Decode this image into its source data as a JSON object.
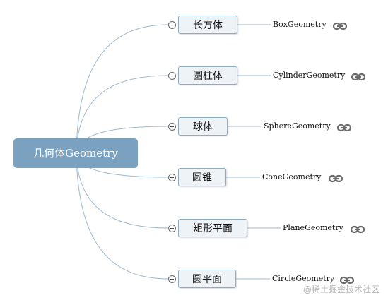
{
  "root": {
    "label_cn": "几何体",
    "label_en": "Geometry"
  },
  "branches": [
    {
      "label": "长方体",
      "leaf": "BoxGeometry"
    },
    {
      "label": "圆柱体",
      "leaf": "CylinderGeometry"
    },
    {
      "label": "球体",
      "leaf": "SphereGeometry"
    },
    {
      "label": "圆锥",
      "leaf": "ConeGeometry"
    },
    {
      "label": "矩形平面",
      "leaf": "PlaneGeometry"
    },
    {
      "label": "圆平面",
      "leaf": "CircleGeometry"
    }
  ],
  "icons": {
    "collapse": "collapse-minus-icon",
    "link": "link-icon"
  },
  "colors": {
    "root_fill": "#7aa1c0",
    "node_fill": "#eef3f8",
    "node_border": "#8eabc4",
    "connector": "#9fb8cc",
    "link_icon": "#6b6b6b"
  },
  "watermark": "@稀土掘金技术社区"
}
